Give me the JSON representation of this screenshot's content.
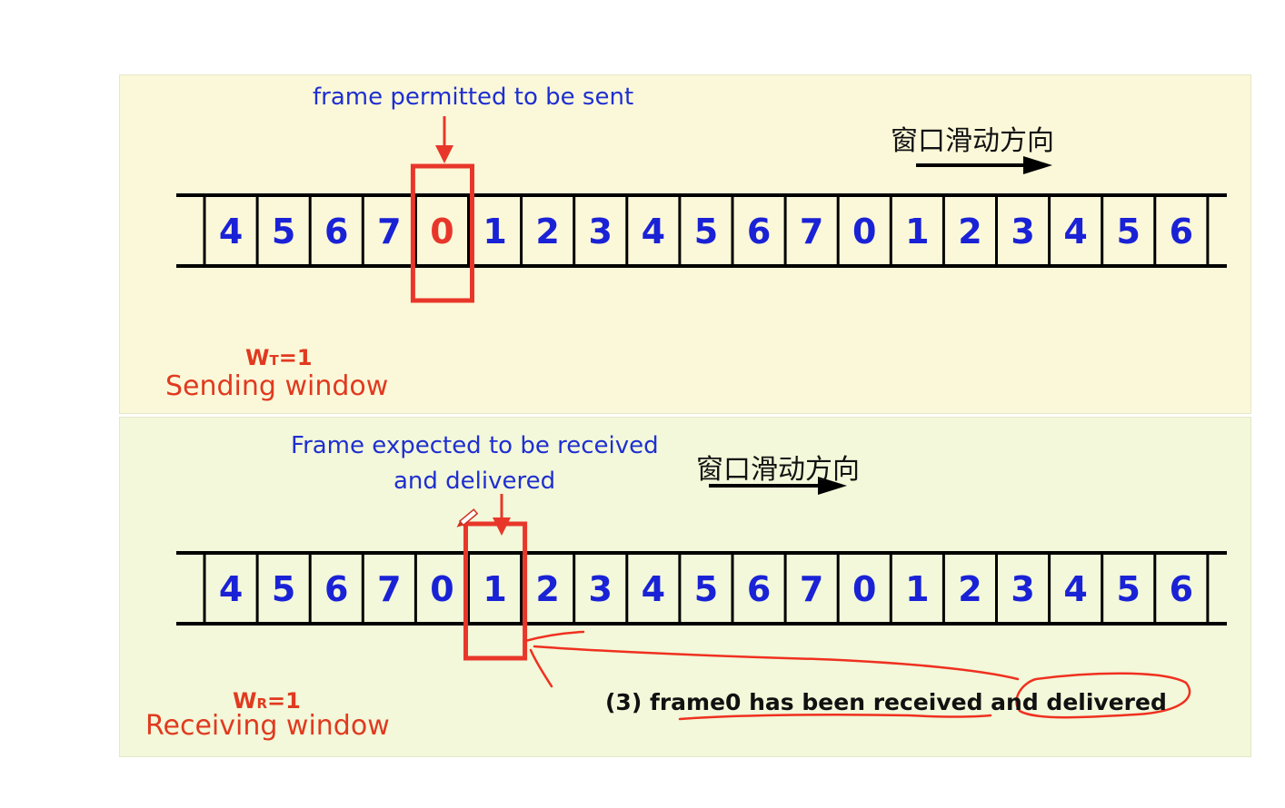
{
  "sending": {
    "caption": "frame permitted to be sent",
    "direction_label": "窗口滑动方向",
    "window_size": {
      "main": "W",
      "sub": "T",
      "rest": "=1"
    },
    "window_title": "Sending window",
    "sequence": [
      "4",
      "5",
      "6",
      "7",
      "0",
      "1",
      "2",
      "3",
      "4",
      "5",
      "6",
      "7",
      "0",
      "1",
      "2",
      "3",
      "4",
      "5",
      "6"
    ],
    "highlight_index": 4
  },
  "receiving": {
    "caption_line1": "Frame expected to be received",
    "caption_line2": "and delivered",
    "direction_label": "窗口滑动方向",
    "window_size": {
      "main": "W",
      "sub": "R",
      "rest": "=1"
    },
    "window_title": "Receiving window",
    "sequence": [
      "4",
      "5",
      "6",
      "7",
      "0",
      "1",
      "2",
      "3",
      "4",
      "5",
      "6",
      "7",
      "0",
      "1",
      "2",
      "3",
      "4",
      "5",
      "6"
    ],
    "highlight_index": 5,
    "note": "(3) frame0 has been received and delivered"
  },
  "colors": {
    "number_blue": "#1a22d6",
    "highlight_red": "#e8372a",
    "arrow_black": "#000000",
    "annotation_red": "#f03020"
  },
  "icons": [
    "pen-cursor-icon"
  ]
}
